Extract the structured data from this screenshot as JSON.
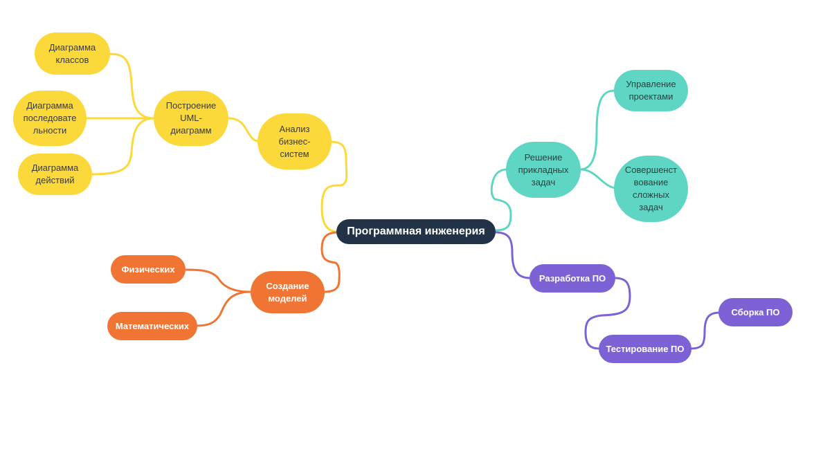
{
  "colors": {
    "root": "#223247",
    "yellow": "#fcd93a",
    "teal": "#5fd6c3",
    "orange": "#f07434",
    "purple": "#7d62d6"
  },
  "root": {
    "label": "Программная инженерия"
  },
  "branches": {
    "analysis": {
      "label": "Анализ\nбизнес-\nсистем",
      "uml": {
        "label": "Построение\nUML-\nдиаграмм",
        "children": [
          {
            "label": "Диаграмма\nклассов"
          },
          {
            "label": "Диаграмма\nпоследовате\nльности"
          },
          {
            "label": "Диаграмма\nдействий"
          }
        ]
      }
    },
    "models": {
      "label": "Создание\nмоделей",
      "children": [
        {
          "label": "Физических"
        },
        {
          "label": "Математических"
        }
      ]
    },
    "tasks": {
      "label": "Решение\nприкладных\nзадач",
      "children": [
        {
          "label": "Управление\nпроектами"
        },
        {
          "label": "Совершенст\nвование\nсложных\nзадач"
        }
      ]
    },
    "development": {
      "label": "Разработка ПО",
      "testing": {
        "label": "Тестирование ПО",
        "build": {
          "label": "Сборка ПО"
        }
      }
    }
  }
}
